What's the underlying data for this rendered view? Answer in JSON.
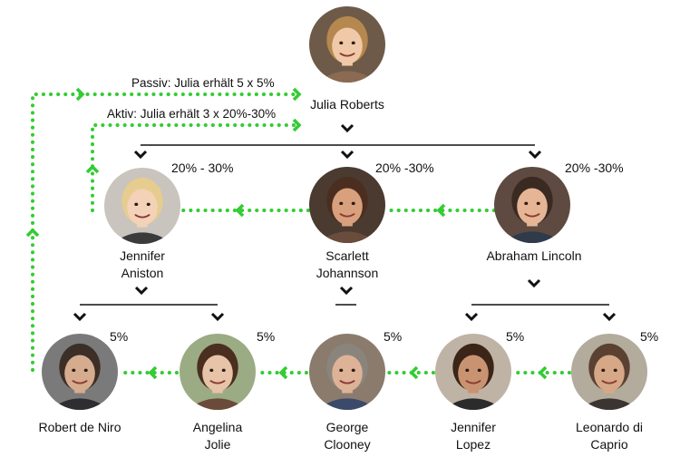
{
  "top": {
    "name": "Julia Roberts",
    "skin": "#f0c9a8",
    "hair": "#b5884f",
    "shirt": "#8a6a52",
    "bg": "#6e5a48"
  },
  "flows": {
    "passive_label": "Passiv: Julia erhält 5 x 5%",
    "active_label": "Aktiv: Julia erhält 3 x 20%-30%",
    "arrow_color": "#33cc33"
  },
  "level1": [
    {
      "line1": "Jennifer",
      "line2": "Aniston",
      "pct": "20% - 30%",
      "skin": "#f3d2b8",
      "hair": "#e6cd8f",
      "shirt": "#3b3b3b",
      "bg": "#c9c4bd"
    },
    {
      "line1": "Scarlett",
      "line2": "Johannson",
      "pct": "20% -30%",
      "skin": "#d9a07e",
      "hair": "#4b2e1f",
      "shirt": "#6a4c3c",
      "bg": "#4a3a30"
    },
    {
      "line1": "Abraham Lincoln",
      "line2": "",
      "pct": "20% -30%",
      "skin": "#e6b596",
      "hair": "#3a2a22",
      "shirt": "#2f3a4a",
      "bg": "#5e4a40"
    }
  ],
  "level2": [
    {
      "line1": "Robert de Niro",
      "line2": "",
      "pct": "5%",
      "skin": "#d6ac8e",
      "hair": "#3b2f28",
      "shirt": "#2e2e30",
      "bg": "#7a7a7a"
    },
    {
      "line1": "Angelina",
      "line2": "Jolie",
      "pct": "5%",
      "skin": "#e7c3a8",
      "hair": "#4a2e20",
      "shirt": "#6b4a3b",
      "bg": "#9bab84"
    },
    {
      "line1": "George",
      "line2": "Clooney",
      "pct": "5%",
      "skin": "#ddb296",
      "hair": "#8a857c",
      "shirt": "#3b4a6a",
      "bg": "#8a7b6c"
    },
    {
      "line1": "Jennifer",
      "line2": "Lopez",
      "pct": "5%",
      "skin": "#c99372",
      "hair": "#3b2418",
      "shirt": "#2b2b2b",
      "bg": "#bfb3a5"
    },
    {
      "line1": "Leonardo di",
      "line2": "Caprio",
      "pct": "5%",
      "skin": "#d6a887",
      "hair": "#5a4132",
      "shirt": "#3b3432",
      "bg": "#b3ab9b"
    }
  ]
}
